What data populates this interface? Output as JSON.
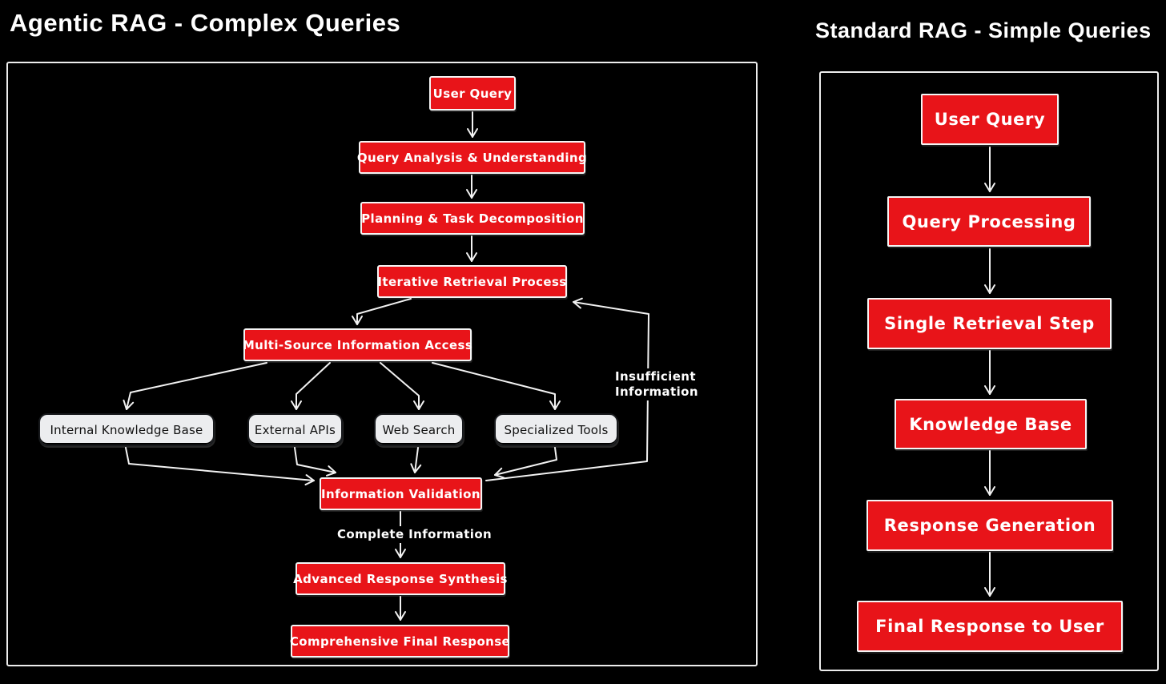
{
  "colors": {
    "background": "#000000",
    "process_box_red": "#e81419",
    "source_box_gray": "#ecedef",
    "line_white": "#f2f2f2",
    "title_white": "#ffffff"
  },
  "panels": {
    "agentic": {
      "title": "Agentic RAG - Complex Queries",
      "nodes": [
        {
          "id": "user-query",
          "label": "User Query",
          "type": "process"
        },
        {
          "id": "query-analysis",
          "label": "Query Analysis & Understanding",
          "type": "process"
        },
        {
          "id": "planning",
          "label": "Planning & Task Decomposition",
          "type": "process"
        },
        {
          "id": "iterative-retrieval",
          "label": "Iterative Retrieval Process",
          "type": "process"
        },
        {
          "id": "multi-source",
          "label": "Multi-Source Information Access",
          "type": "process"
        },
        {
          "id": "internal-kb",
          "label": "Internal Knowledge Base",
          "type": "source"
        },
        {
          "id": "external-apis",
          "label": "External APIs",
          "type": "source"
        },
        {
          "id": "web-search",
          "label": "Web Search",
          "type": "source"
        },
        {
          "id": "specialized-tools",
          "label": "Specialized Tools",
          "type": "source"
        },
        {
          "id": "info-validation",
          "label": "Information Validation",
          "type": "process"
        },
        {
          "id": "advanced-synthesis",
          "label": "Advanced Response Synthesis",
          "type": "process"
        },
        {
          "id": "final-response",
          "label": "Comprehensive Final Response",
          "type": "process"
        }
      ],
      "edge_labels": {
        "complete": "Complete Information",
        "insufficient_line1": "Insufficient",
        "insufficient_line2": "Information"
      },
      "edges": [
        {
          "from": "user-query",
          "to": "query-analysis"
        },
        {
          "from": "query-analysis",
          "to": "planning"
        },
        {
          "from": "planning",
          "to": "iterative-retrieval"
        },
        {
          "from": "iterative-retrieval",
          "to": "multi-source"
        },
        {
          "from": "multi-source",
          "to": "internal-kb"
        },
        {
          "from": "multi-source",
          "to": "external-apis"
        },
        {
          "from": "multi-source",
          "to": "web-search"
        },
        {
          "from": "multi-source",
          "to": "specialized-tools"
        },
        {
          "from": "internal-kb",
          "to": "info-validation"
        },
        {
          "from": "external-apis",
          "to": "info-validation"
        },
        {
          "from": "web-search",
          "to": "info-validation"
        },
        {
          "from": "specialized-tools",
          "to": "info-validation"
        },
        {
          "from": "info-validation",
          "to": "iterative-retrieval",
          "label": "Insufficient Information"
        },
        {
          "from": "info-validation",
          "to": "advanced-synthesis",
          "label": "Complete Information"
        },
        {
          "from": "advanced-synthesis",
          "to": "final-response"
        }
      ]
    },
    "standard": {
      "title": "Standard RAG - Simple Queries",
      "nodes": [
        {
          "id": "user-query",
          "label": "User Query",
          "type": "process"
        },
        {
          "id": "query-processing",
          "label": "Query Processing",
          "type": "process"
        },
        {
          "id": "single-retrieval",
          "label": "Single Retrieval Step",
          "type": "process"
        },
        {
          "id": "knowledge-base",
          "label": "Knowledge Base",
          "type": "process"
        },
        {
          "id": "response-generation",
          "label": "Response Generation",
          "type": "process"
        },
        {
          "id": "final-response",
          "label": "Final Response to User",
          "type": "process"
        }
      ],
      "edges": [
        {
          "from": "user-query",
          "to": "query-processing"
        },
        {
          "from": "query-processing",
          "to": "single-retrieval"
        },
        {
          "from": "single-retrieval",
          "to": "knowledge-base"
        },
        {
          "from": "knowledge-base",
          "to": "response-generation"
        },
        {
          "from": "response-generation",
          "to": "final-response"
        }
      ]
    }
  }
}
